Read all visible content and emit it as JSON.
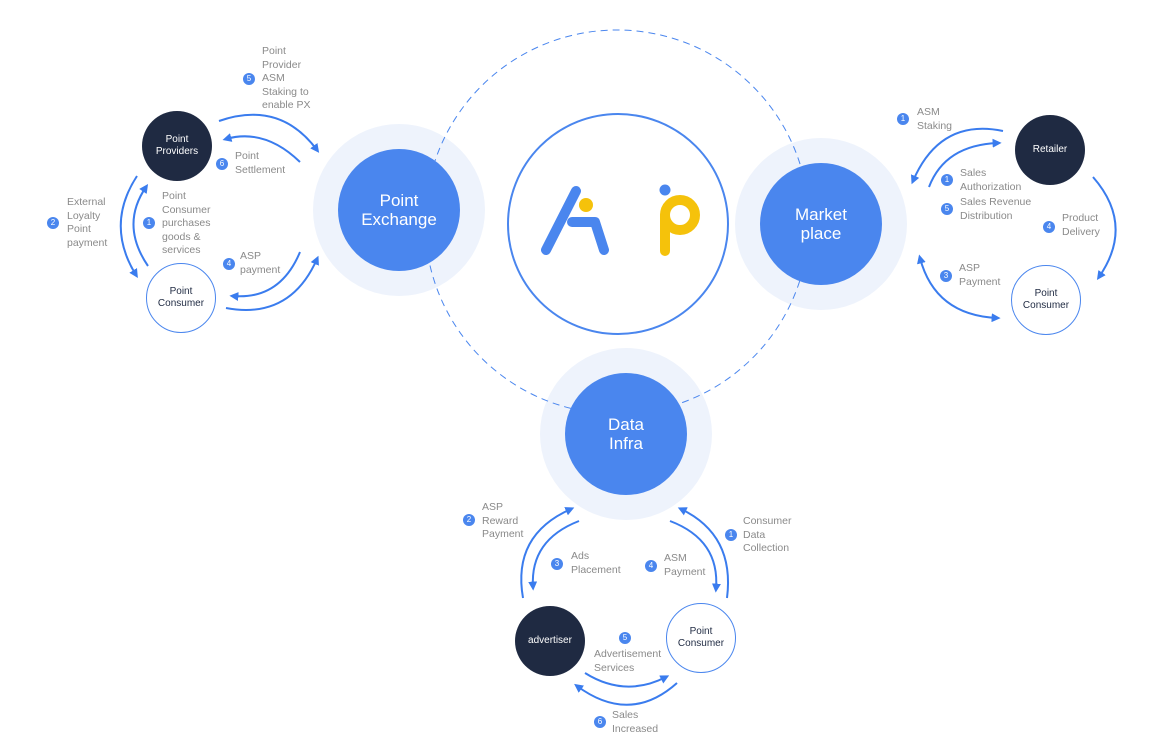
{
  "colors": {
    "accent": "#4a86ee",
    "dark": "#1f2a42",
    "halo": "#eef3fc",
    "logo_yellow": "#f5c20b",
    "label": "#8a8a8a"
  },
  "logo": {
    "text": "AP"
  },
  "hubs": {
    "point_exchange": "Point\nExchange",
    "marketplace": "Market\nplace",
    "data_infra": "Data\nInfra"
  },
  "point_exchange_group": {
    "nodes": {
      "providers": "Point\nProviders",
      "consumer": "Point\nConsumer"
    },
    "steps": [
      {
        "num": "5",
        "text": "Point\nProvider\nASM\nStaking to\nenable PX"
      },
      {
        "num": "6",
        "text": "Point\nSettlement"
      },
      {
        "num": "2",
        "text": "External\nLoyalty\nPoint\npayment"
      },
      {
        "num": "1",
        "text": "Point\nConsumer\npurchases\ngoods &\nservices"
      },
      {
        "num": "4",
        "text": "ASP\npayment"
      }
    ]
  },
  "marketplace_group": {
    "nodes": {
      "retailer": "Retailer",
      "consumer": "Point\nConsumer"
    },
    "steps": [
      {
        "num": "1",
        "text": "ASM\nStaking"
      },
      {
        "num": "1",
        "text": "Sales\nAuthorization"
      },
      {
        "num": "5",
        "text": "Sales Revenue\nDistribution"
      },
      {
        "num": "4",
        "text": "Product\nDelivery"
      },
      {
        "num": "3",
        "text": "ASP\nPayment"
      }
    ]
  },
  "data_infra_group": {
    "nodes": {
      "advertiser": "advertiser",
      "consumer": "Point\nConsumer"
    },
    "steps": [
      {
        "num": "2",
        "text": "ASP\nReward\nPayment"
      },
      {
        "num": "3",
        "text": "Ads\nPlacement"
      },
      {
        "num": "4",
        "text": "ASM\nPayment"
      },
      {
        "num": "1",
        "text": "Consumer\nData\nCollection"
      },
      {
        "num": "5",
        "text": "Advertisement\nServices"
      },
      {
        "num": "6",
        "text": "Sales\nIncreased"
      }
    ]
  }
}
